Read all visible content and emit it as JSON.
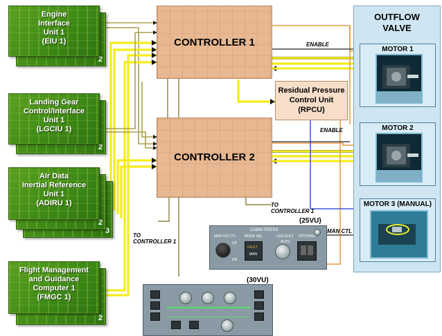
{
  "cards": {
    "eiu": {
      "label": "Engine\nInterface\nUnit 1\n(EIU 1)",
      "num": "2"
    },
    "lgciu": {
      "label": "Landing Gear\nControl/Interface\nUnit 1\n(LGCIU 1)",
      "num": "2"
    },
    "adiru": {
      "label": "Air Data\nInertial Reference\nUnit 1\n(ADIRU 1)",
      "num2": "2",
      "num3": "3"
    },
    "fmgc": {
      "label": "Flight Management\nand Guidance\nComputer 1\n(FMGC 1)",
      "num": "2"
    }
  },
  "controllers": {
    "c1": "CONTROLLER 1",
    "c2": "CONTROLLER 2"
  },
  "rpcu": {
    "label": "Residual Pressure\nControl Unit\n(RPCU)"
  },
  "outflow": {
    "title": "OUTFLOW\nVALVE",
    "motor1": "MOTOR 1",
    "motor2": "MOTOR 2",
    "motor3": "MOTOR 3 (MANUAL)"
  },
  "labels": {
    "enable1": "ENABLE",
    "enable2": "ENABLE",
    "to_c1_a": "TO\nCONTROLLER 1",
    "to_c1_b": "TO\nCONTROLLER 1",
    "man_ctl": "MAN CTL",
    "vu25": "(25VU)",
    "vu30": "(30VU)"
  },
  "panel25": {
    "title": "CABIN PRESS",
    "man_vs": "MAN V/S CTL",
    "mode_sel": "MODE SEL",
    "ldg_elev": "LDG ELEV",
    "ditching": "DITCHING",
    "auto": "AUTO",
    "up": "UP",
    "dn": "DN",
    "fault": "FAULT",
    "man": "MAN"
  },
  "colors": {
    "arrow_yellow": "#f4ec1a",
    "arrow_orange": "#e69a40",
    "arrow_blue": "#3b55d8",
    "arrow_olive": "#a6a040",
    "card_green": "#4a9420",
    "controller": "#e7b892",
    "outflow_bg": "#cfe6f2"
  }
}
